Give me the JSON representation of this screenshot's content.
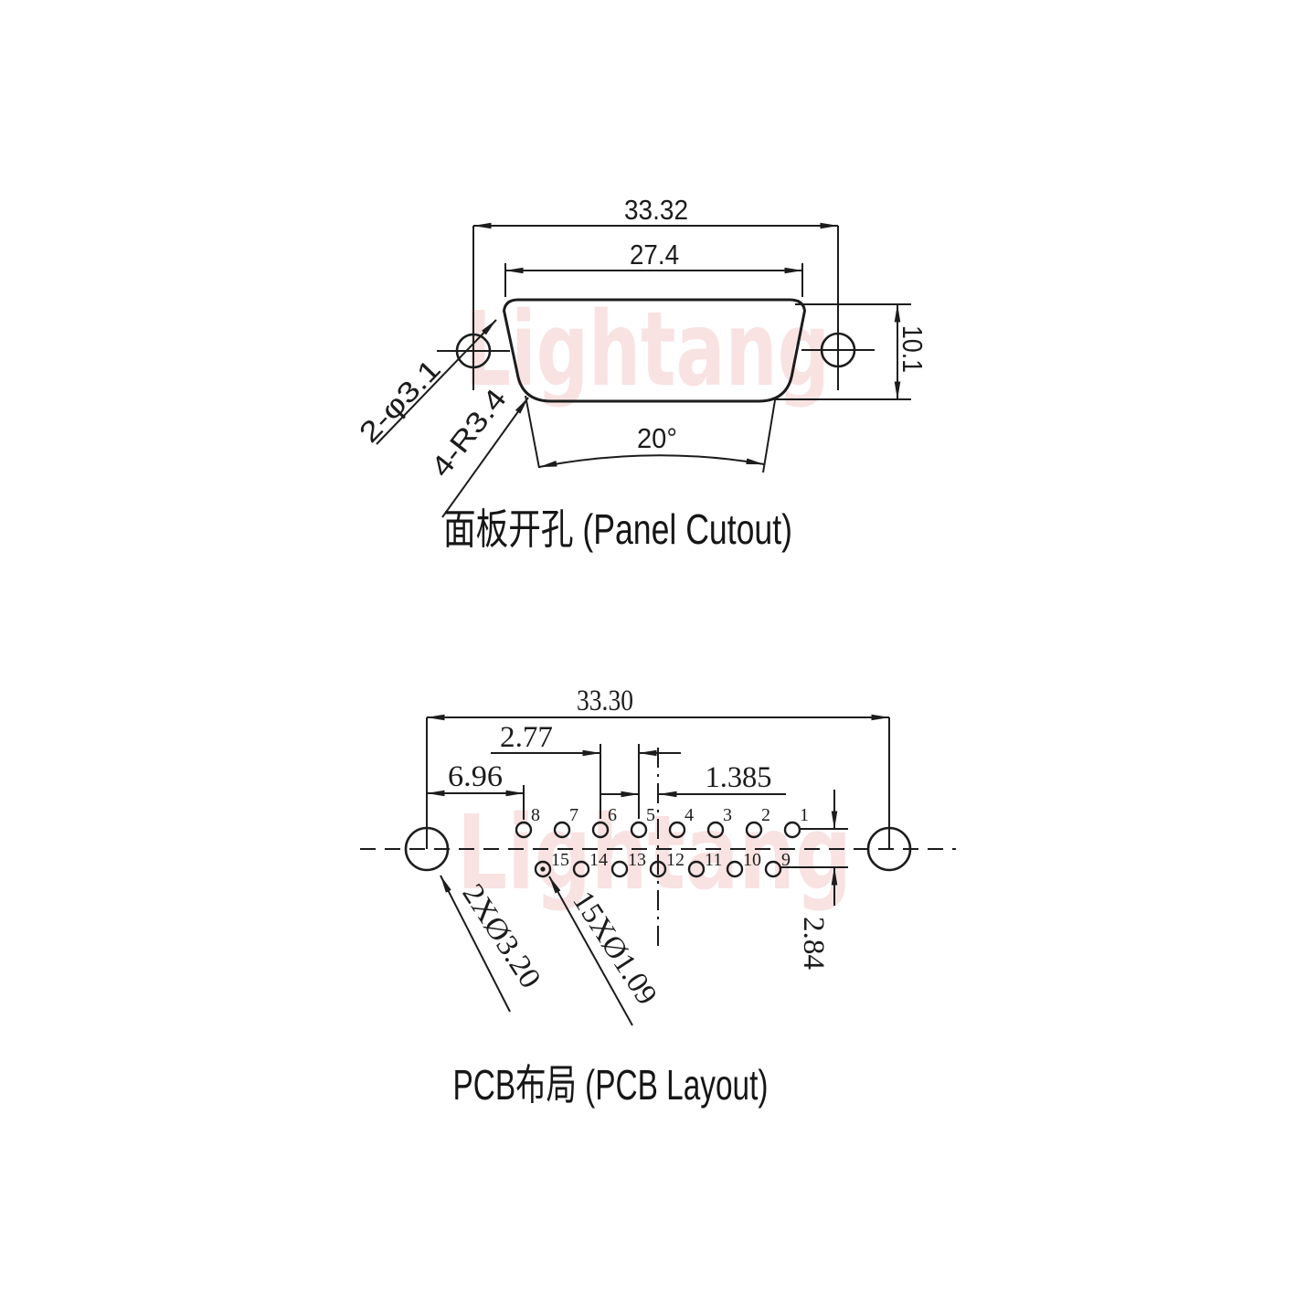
{
  "watermark": {
    "text": "Lightang",
    "color": "#f5cccc"
  },
  "colors": {
    "ink": "#1c1c1c"
  },
  "panel_cutout": {
    "title": "面板开孔 (Panel Cutout)",
    "dims": {
      "overall_width": "33.32",
      "cutout_width": "27.4",
      "cutout_height": "10.1",
      "side_angle": "20°",
      "mounting_holes": "2-φ3.1",
      "corner_radius": "4-R3.4"
    }
  },
  "pcb_layout": {
    "title": "PCB布局 (PCB Layout)",
    "dims": {
      "hole_span": "33.30",
      "pin_pitch": "2.77",
      "hole_to_pin": "6.96",
      "half_pitch": "1.385",
      "row_spacing": "2.84",
      "mounting_hole_dia": "2XØ3.20",
      "pin_hole_dia": "15XØ1.09"
    },
    "pins_top": [
      "8",
      "7",
      "6",
      "5",
      "4",
      "3",
      "2",
      "1"
    ],
    "pins_bottom": [
      "15",
      "14",
      "13",
      "12",
      "11",
      "10",
      "9"
    ]
  }
}
